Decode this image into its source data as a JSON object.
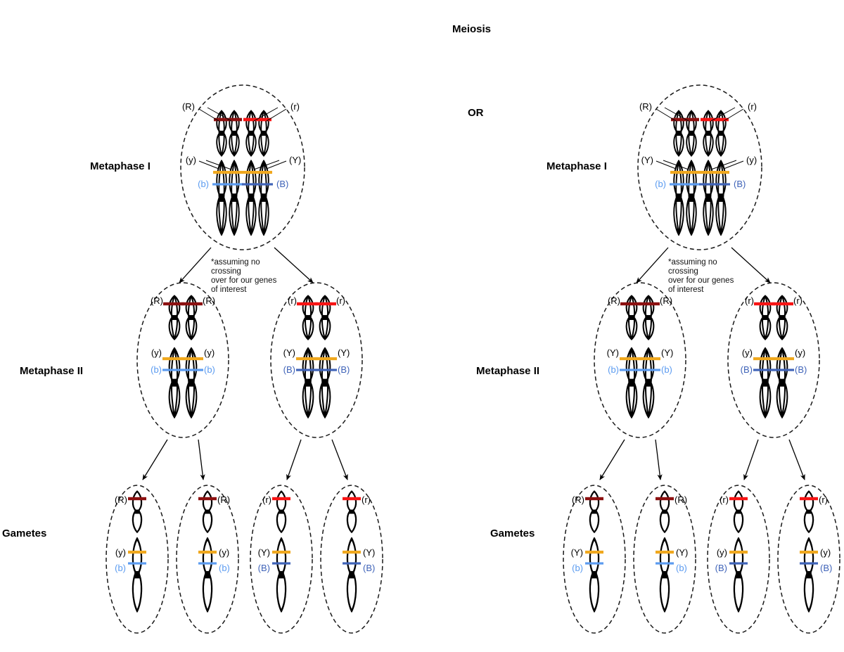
{
  "title": "Meiosis",
  "or_label": "OR",
  "row_labels": {
    "metaphase1": "Metaphase I",
    "metaphase2": "Metaphase II",
    "gametes": "Gametes"
  },
  "note": "*assuming no crossing\nover for our genes\nof interest",
  "colors": {
    "gene_r_dominant": "#8c1010",
    "gene_r_recessive": "#f71414",
    "gene_y": "#f0a81e",
    "gene_b_light": "#5b9bf0",
    "gene_b_dark": "#3f63b8",
    "outline": "#000000",
    "centromere": "#000000",
    "cell_membrane": "#1a1a1a",
    "background": "#ffffff"
  },
  "legend_alleles": [
    "(R)",
    "(r)",
    "(Y)",
    "(y)",
    "(B)",
    "(b)"
  ],
  "panels": [
    {
      "id": "left",
      "metaphase1": {
        "top_pair": {
          "left_allele": "(R)",
          "right_allele": "(r)"
        },
        "bottom_pair": {
          "left_allele": "(y)",
          "right_allele": "(Y)",
          "left_b_allele": "(b)",
          "right_b_allele": "(B)"
        }
      },
      "metaphase2": [
        {
          "top": {
            "left": "(R)",
            "right": "(R)"
          },
          "bottom": {
            "left_y": "(y)",
            "right_y": "(y)",
            "left_b": "(b)",
            "right_b": "(b)"
          }
        },
        {
          "top": {
            "left": "(r)",
            "right": "(r)"
          },
          "bottom": {
            "left_y": "(Y)",
            "right_y": "(Y)",
            "left_b": "(B)",
            "right_b": "(B)"
          }
        }
      ],
      "gametes": [
        {
          "r_allele": "(R)",
          "y_allele": "(y)",
          "b_allele": "(b)",
          "label_side": "left"
        },
        {
          "r_allele": "(R)",
          "y_allele": "(y)",
          "b_allele": "(b)",
          "label_side": "right"
        },
        {
          "r_allele": "(r)",
          "y_allele": "(Y)",
          "b_allele": "(B)",
          "label_side": "left"
        },
        {
          "r_allele": "(r)",
          "y_allele": "(Y)",
          "b_allele": "(B)",
          "label_side": "right"
        }
      ]
    },
    {
      "id": "right",
      "metaphase1": {
        "top_pair": {
          "left_allele": "(R)",
          "right_allele": "(r)"
        },
        "bottom_pair": {
          "left_allele": "(Y)",
          "right_allele": "(y)",
          "left_b_allele": "(b)",
          "right_b_allele": "(B)"
        }
      },
      "metaphase2": [
        {
          "top": {
            "left": "(R)",
            "right": "(R)"
          },
          "bottom": {
            "left_y": "(Y)",
            "right_y": "(Y)",
            "left_b": "(b)",
            "right_b": "(b)"
          }
        },
        {
          "top": {
            "left": "(r)",
            "right": "(r)"
          },
          "bottom": {
            "left_y": "(y)",
            "right_y": "(y)",
            "left_b": "(B)",
            "right_b": "(B)"
          }
        }
      ],
      "gametes": [
        {
          "r_allele": "(R)",
          "y_allele": "(Y)",
          "b_allele": "(b)",
          "label_side": "left"
        },
        {
          "r_allele": "(R)",
          "y_allele": "(Y)",
          "b_allele": "(b)",
          "label_side": "right"
        },
        {
          "r_allele": "(r)",
          "y_allele": "(y)",
          "b_allele": "(B)",
          "label_side": "left"
        },
        {
          "r_allele": "(r)",
          "y_allele": "(y)",
          "b_allele": "(B)",
          "label_side": "right"
        }
      ]
    }
  ]
}
